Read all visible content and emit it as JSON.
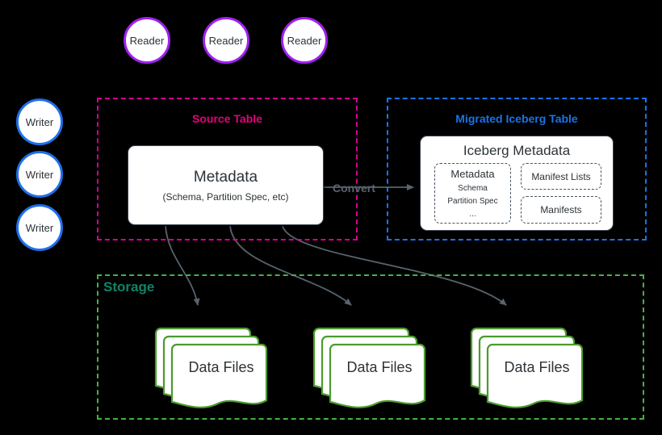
{
  "diagram": {
    "title": "Iceberg table migration diagram",
    "background_color": "#000000"
  },
  "colors": {
    "reader_border": "#a020f0",
    "writer_border": "#1f6feb",
    "source_table_border": "#d6008f",
    "source_table_title": "#e6007e",
    "iceberg_table_border": "#1a73e8",
    "iceberg_table_title": "#1a73e8",
    "storage_border": "#45b145",
    "storage_title": "#0f8466",
    "data_file_border": "#4a9c2d",
    "arrow": "#59636e",
    "card_text": "#2d3338"
  },
  "readers": [
    {
      "label": "Reader"
    },
    {
      "label": "Reader"
    },
    {
      "label": "Reader"
    }
  ],
  "writers": [
    {
      "label": "Writer"
    },
    {
      "label": "Writer"
    },
    {
      "label": "Writer"
    }
  ],
  "source_table": {
    "title": "Source Table",
    "metadata_card": {
      "title": "Metadata",
      "subtitle": "(Schema, Partition Spec, etc)"
    }
  },
  "convert": {
    "label": "Convert"
  },
  "iceberg_table": {
    "title": "Migrated Iceberg Table",
    "metadata_card": {
      "title": "Iceberg Metadata",
      "metadata_box": {
        "title": "Metadata",
        "lines": [
          "Schema",
          "Partition Spec",
          "..."
        ]
      },
      "manifest_lists_box": {
        "title": "Manifest Lists"
      },
      "manifests_box": {
        "title": "Manifests"
      }
    }
  },
  "storage": {
    "title": "Storage",
    "data_files": [
      {
        "label": "Data Files"
      },
      {
        "label": "Data Files"
      },
      {
        "label": "Data Files"
      }
    ]
  }
}
